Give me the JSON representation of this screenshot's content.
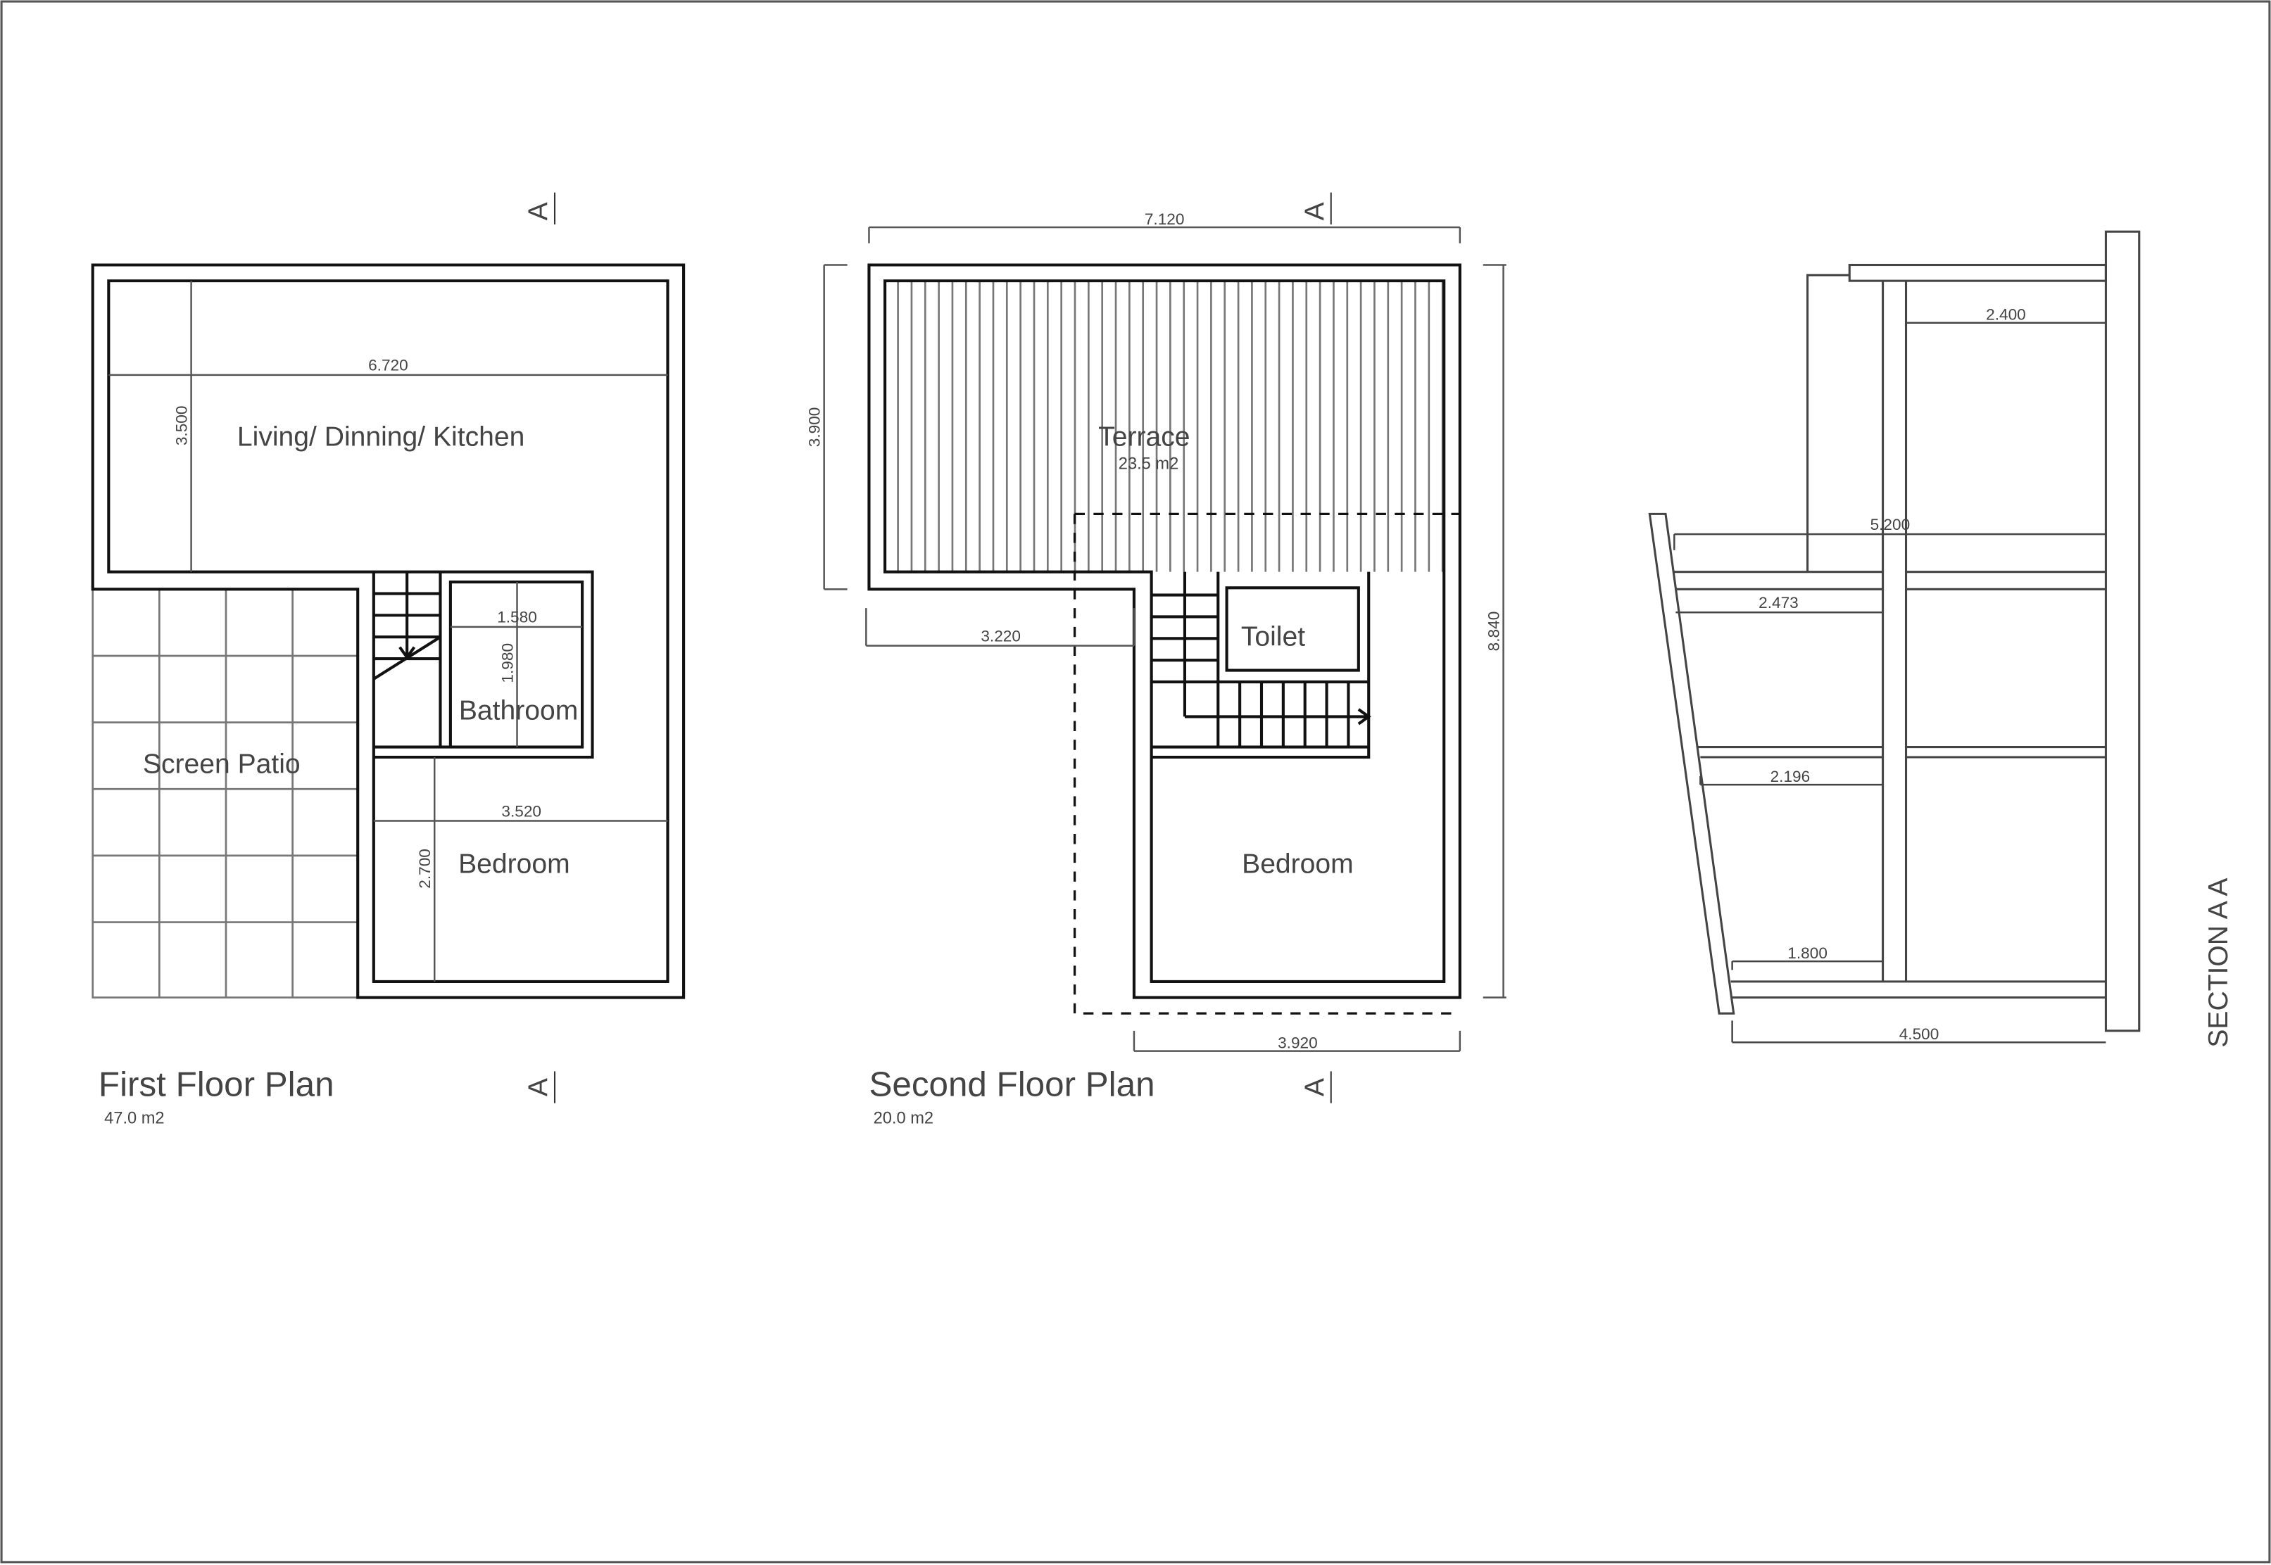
{
  "first_floor": {
    "title": "First Floor Plan",
    "area": "47.0 m2",
    "rooms": {
      "living": "Living/ Dinning/ Kitchen",
      "patio": "Screen Patio",
      "bathroom": "Bathroom",
      "bedroom": "Bedroom"
    },
    "dims": {
      "living_width": "6.720",
      "living_depth": "3.500",
      "bath_width": "1.580",
      "bath_depth": "1.980",
      "bed_width": "3.520",
      "bed_depth": "2.700"
    }
  },
  "second_floor": {
    "title": "Second Floor Plan",
    "area": "20.0 m2",
    "rooms": {
      "terrace": "Terrace",
      "terrace_area": "23.5 m2",
      "toilet": "Toilet",
      "bedroom": "Bedroom"
    },
    "dims": {
      "total_width": "7.120",
      "terrace_depth": "3.900",
      "offset": "3.220",
      "total_depth": "8.840",
      "bed_width": "3.920"
    }
  },
  "section": {
    "title": "SECTION A A",
    "dims": {
      "top": "2.400",
      "overall": "5.200",
      "upper": "2.473",
      "middle": "2.196",
      "lower": "1.800",
      "base": "4.500"
    }
  },
  "section_marker": "A"
}
